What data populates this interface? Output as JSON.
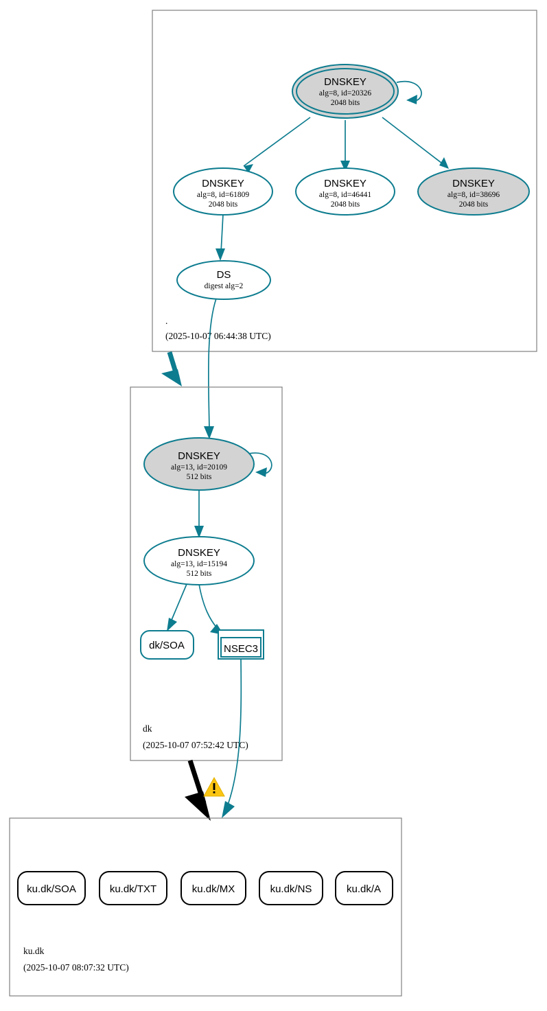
{
  "diagram": {
    "type": "dnssec-authentication-chain",
    "accent_color": "#0d7c8f",
    "insecure_color": "#000000",
    "secure_key_fill": "#d3d3d3",
    "warning_color": "#fbc513"
  },
  "zones": [
    {
      "id": "root",
      "name": ".",
      "timestamp": "(2025-10-07 06:44:38 UTC)",
      "status": "secure",
      "nodes": [
        {
          "id": "root-ksk",
          "kind": "dnskey",
          "title": "DNSKEY",
          "params": "alg=8, id=20326",
          "size": "2048 bits",
          "is_ksk": true,
          "is_sep": true,
          "fill": "gray",
          "self_signed": true
        },
        {
          "id": "root-zsk-61809",
          "kind": "dnskey",
          "title": "DNSKEY",
          "params": "alg=8, id=61809",
          "size": "2048 bits",
          "is_ksk": false,
          "is_sep": false,
          "fill": "white",
          "self_signed": false
        },
        {
          "id": "root-zsk-46441",
          "kind": "dnskey",
          "title": "DNSKEY",
          "params": "alg=8, id=46441",
          "size": "2048 bits",
          "is_ksk": false,
          "is_sep": false,
          "fill": "white",
          "self_signed": false
        },
        {
          "id": "root-zsk-38696",
          "kind": "dnskey",
          "title": "DNSKEY",
          "params": "alg=8, id=38696",
          "size": "2048 bits",
          "is_ksk": false,
          "is_sep": true,
          "fill": "gray",
          "self_signed": false
        },
        {
          "id": "root-ds",
          "kind": "ds",
          "title": "DS",
          "params": "digest alg=2",
          "size": "",
          "fill": "white"
        }
      ]
    },
    {
      "id": "dk",
      "name": "dk",
      "timestamp": "(2025-10-07 07:52:42 UTC)",
      "status": "secure",
      "nodes": [
        {
          "id": "dk-ksk",
          "kind": "dnskey",
          "title": "DNSKEY",
          "params": "alg=13, id=20109",
          "size": "512 bits",
          "is_ksk": true,
          "is_sep": true,
          "fill": "gray",
          "self_signed": true
        },
        {
          "id": "dk-zsk",
          "kind": "dnskey",
          "title": "DNSKEY",
          "params": "alg=13, id=15194",
          "size": "512 bits",
          "is_ksk": false,
          "is_sep": false,
          "fill": "white",
          "self_signed": false
        },
        {
          "id": "dk-soa",
          "kind": "rrset",
          "title": "dk/SOA",
          "fill": "white"
        },
        {
          "id": "dk-nsec3",
          "kind": "nsec3",
          "title": "NSEC3",
          "fill": "white"
        }
      ]
    },
    {
      "id": "kudk",
      "name": "ku.dk",
      "timestamp": "(2025-10-07 08:07:32 UTC)",
      "status": "insecure",
      "nodes": [
        {
          "id": "kudk-soa",
          "kind": "rrset",
          "title": "ku.dk/SOA",
          "fill": "white"
        },
        {
          "id": "kudk-txt",
          "kind": "rrset",
          "title": "ku.dk/TXT",
          "fill": "white"
        },
        {
          "id": "kudk-mx",
          "kind": "rrset",
          "title": "ku.dk/MX",
          "fill": "white"
        },
        {
          "id": "kudk-ns",
          "kind": "rrset",
          "title": "ku.dk/NS",
          "fill": "white"
        },
        {
          "id": "kudk-a",
          "kind": "rrset",
          "title": "ku.dk/A",
          "fill": "white"
        }
      ]
    }
  ],
  "edges": [
    {
      "from": "root-ksk",
      "to": "root-ksk",
      "style": "self-loop",
      "color": "#0d7c8f"
    },
    {
      "from": "root-ksk",
      "to": "root-zsk-61809",
      "style": "signs",
      "color": "#0d7c8f"
    },
    {
      "from": "root-ksk",
      "to": "root-zsk-46441",
      "style": "signs",
      "color": "#0d7c8f"
    },
    {
      "from": "root-ksk",
      "to": "root-zsk-38696",
      "style": "signs",
      "color": "#0d7c8f"
    },
    {
      "from": "root-zsk-61809",
      "to": "root-ds",
      "style": "signs",
      "color": "#0d7c8f"
    },
    {
      "from": "root-ds",
      "to": "dk-ksk",
      "style": "ds-to-dnskey",
      "color": "#0d7c8f"
    },
    {
      "from": "root",
      "to": "dk",
      "style": "delegation-secure",
      "color": "#0d7c8f"
    },
    {
      "from": "dk-ksk",
      "to": "dk-ksk",
      "style": "self-loop",
      "color": "#0d7c8f"
    },
    {
      "from": "dk-ksk",
      "to": "dk-zsk",
      "style": "signs",
      "color": "#0d7c8f"
    },
    {
      "from": "dk-zsk",
      "to": "dk-soa",
      "style": "signs",
      "color": "#0d7c8f"
    },
    {
      "from": "dk-zsk",
      "to": "dk-nsec3",
      "style": "signs",
      "color": "#0d7c8f"
    },
    {
      "from": "dk-nsec3",
      "to": "kudk",
      "style": "proves-nonexistence",
      "color": "#0d7c8f"
    },
    {
      "from": "dk",
      "to": "kudk",
      "style": "delegation-insecure",
      "color": "#000000",
      "warning": true
    }
  ],
  "warning": {
    "present": true,
    "glyph": "!",
    "name": "delegation-warning"
  }
}
